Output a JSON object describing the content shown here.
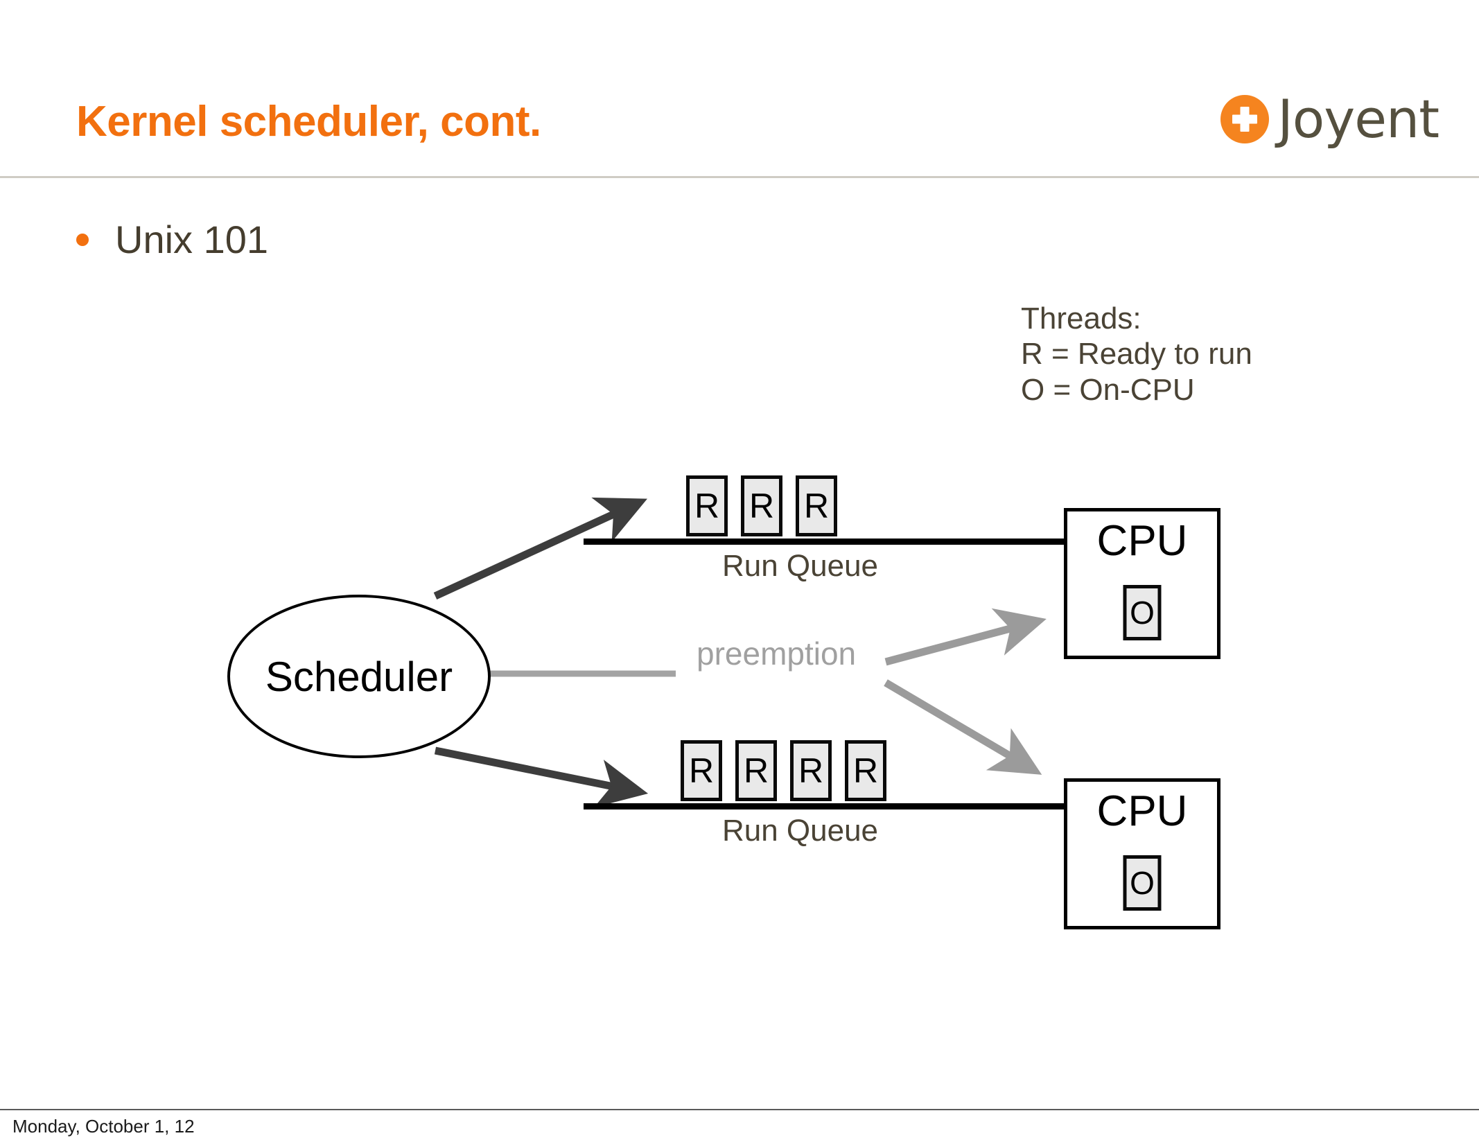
{
  "slide": {
    "title": "Kernel scheduler, cont.",
    "title_color": "#f2700f",
    "brand": {
      "wordmark": "Joyent",
      "mark_icon": "plus-circle-icon",
      "mark_color": "#f5841f",
      "wordmark_color": "#55503f"
    },
    "bullets": [
      {
        "marker_color": "#f2700f",
        "text": "Unix 101"
      }
    ],
    "footer": {
      "date": "Monday, October 1, 12"
    }
  },
  "legend": {
    "heading": "Threads:",
    "lines": [
      "R = Ready to run",
      "O = On-CPU"
    ]
  },
  "diagram": {
    "scheduler": {
      "label": "Scheduler"
    },
    "preemption": {
      "label": "preemption",
      "color": "#a0a0a0"
    },
    "runqueues": [
      {
        "id": "top",
        "caption": "Run Queue",
        "threads": [
          "R",
          "R",
          "R"
        ]
      },
      {
        "id": "bottom",
        "caption": "Run Queue",
        "threads": [
          "R",
          "R",
          "R",
          "R"
        ]
      }
    ],
    "cpus": [
      {
        "id": "top",
        "label": "CPU",
        "thread": "O"
      },
      {
        "id": "bottom",
        "label": "CPU",
        "thread": "O"
      }
    ]
  }
}
